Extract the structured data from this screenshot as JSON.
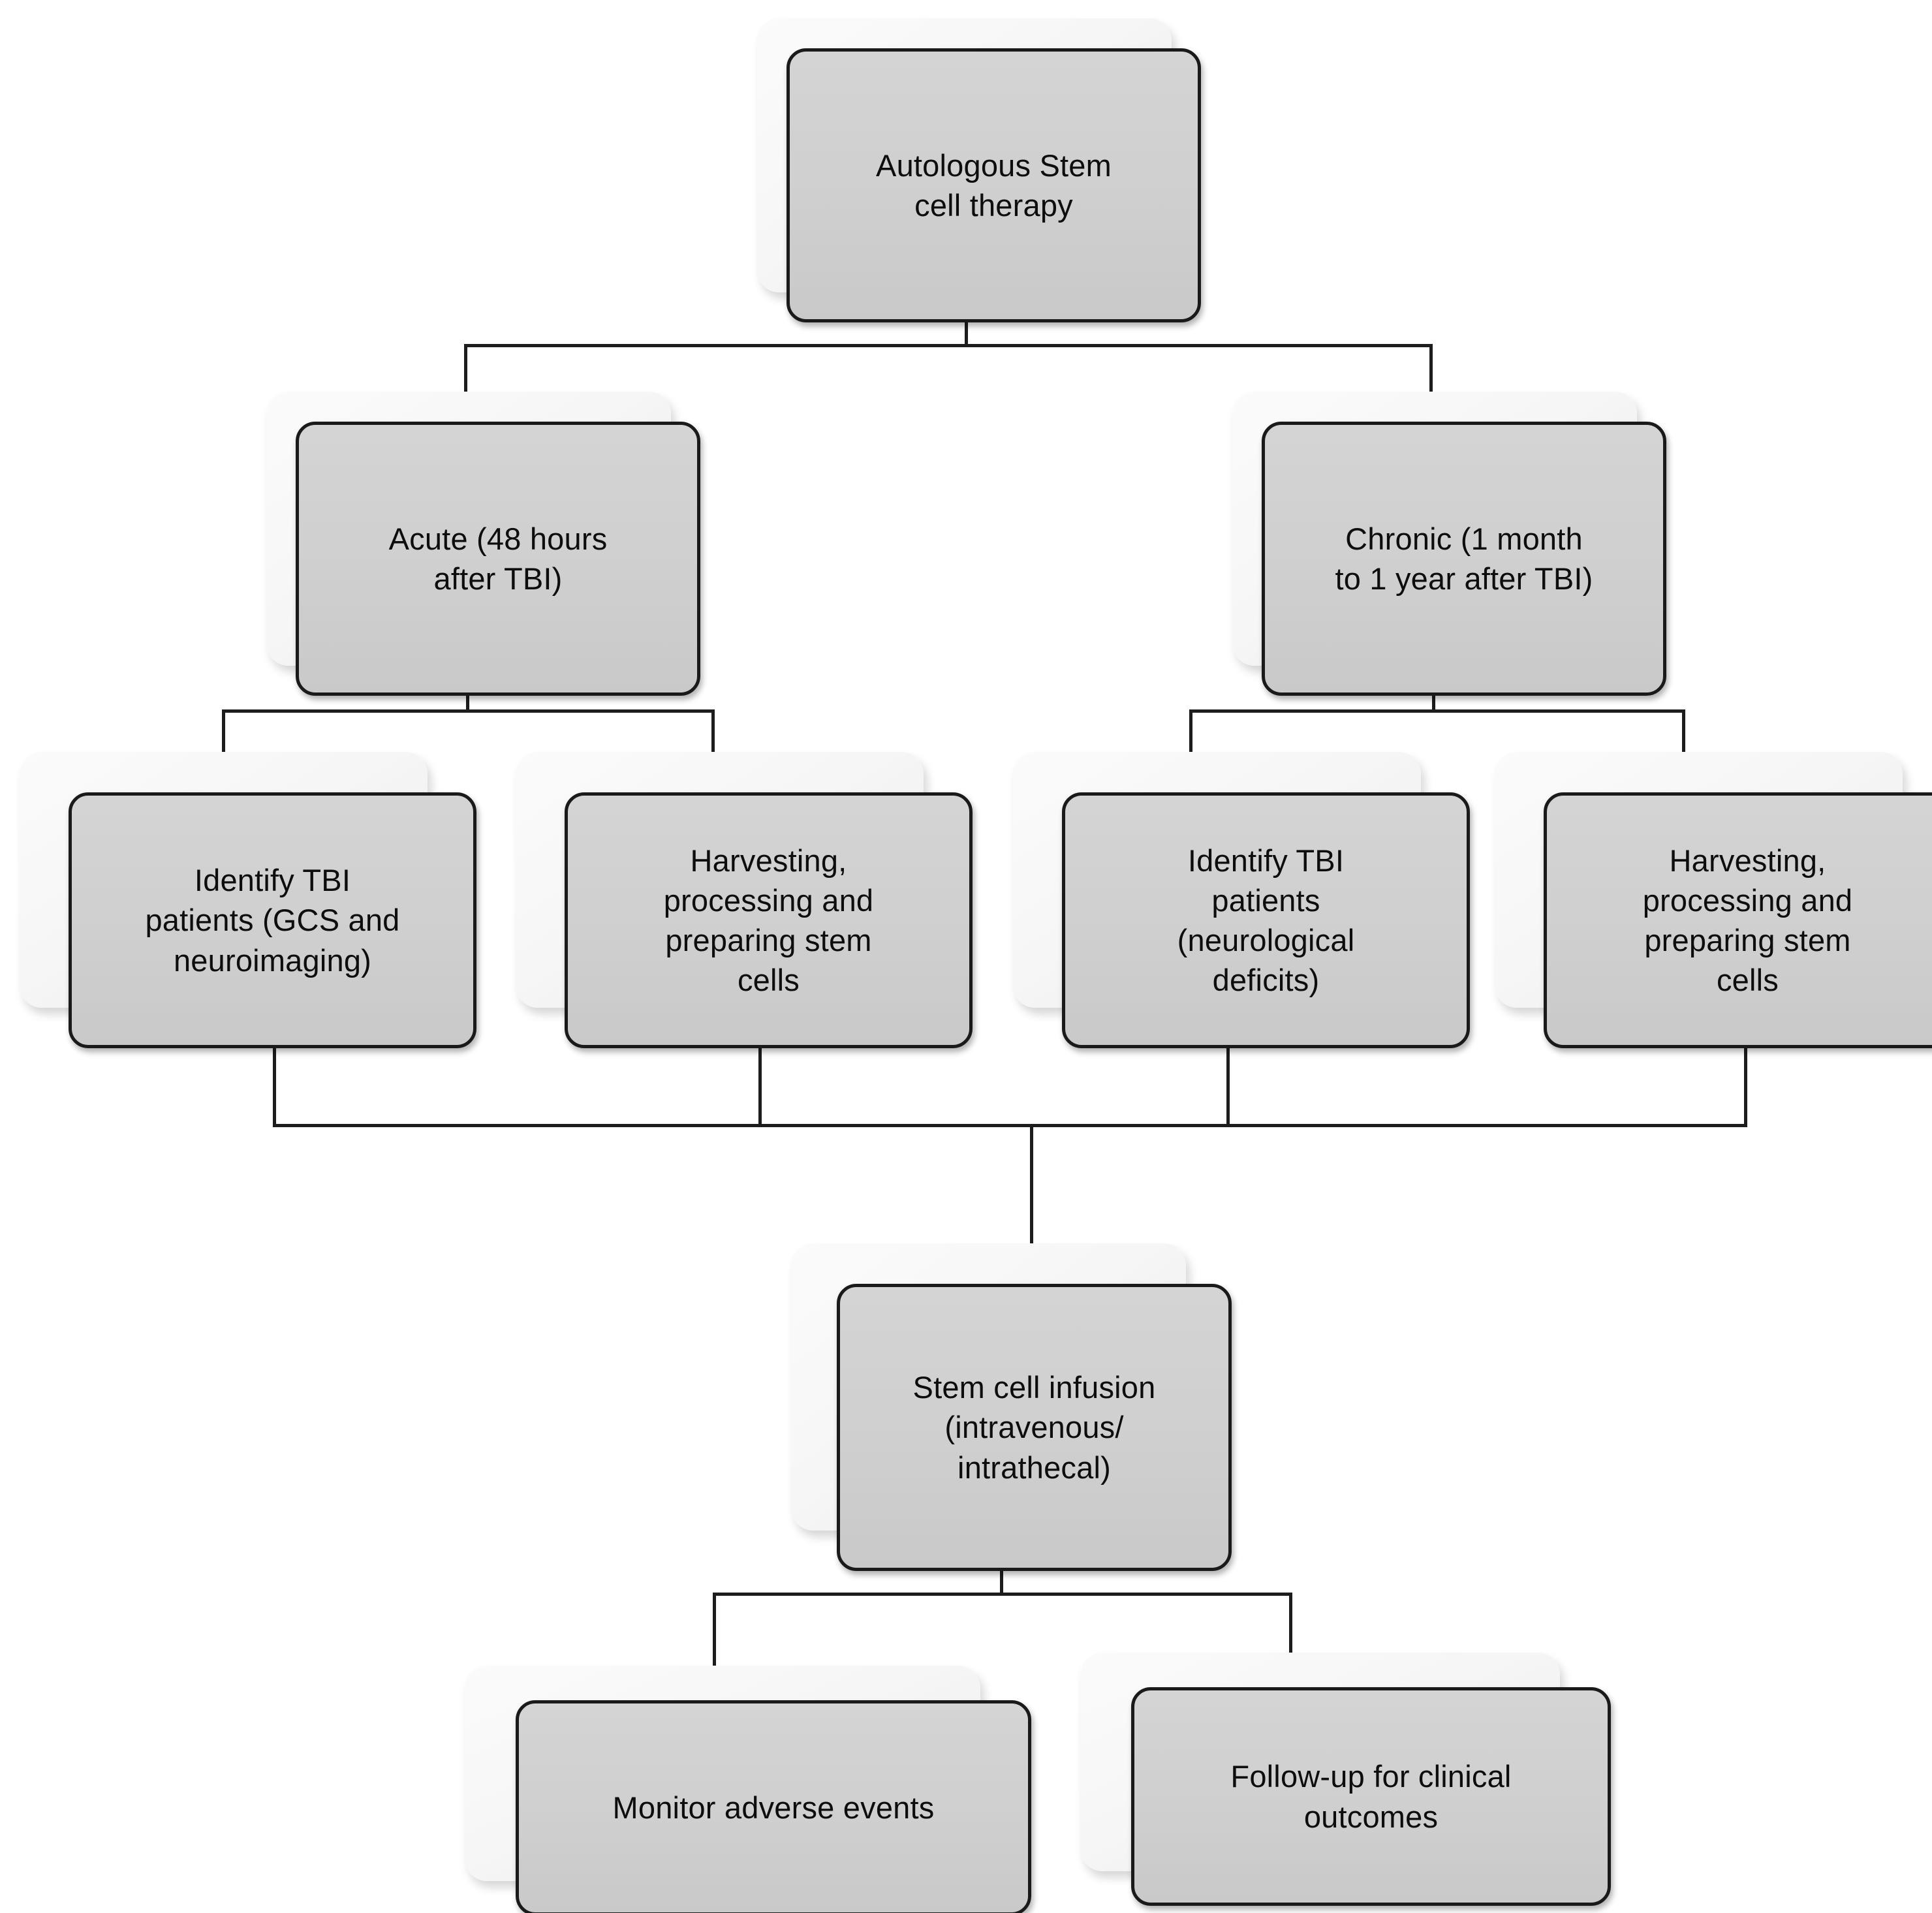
{
  "diagram": {
    "type": "flowchart",
    "title_node": "autologous-stem-cell-therapy",
    "theme": {
      "box_fill": "#CFCFCF",
      "box_border": "#1A1A1A",
      "back_card_fill": "#F6F6F6",
      "line_color": "#1D1D1D",
      "text_color": "#0D0D0D",
      "background": "#FFFFFF"
    },
    "nodes": {
      "root": {
        "label": "Autologous Stem\ncell therapy"
      },
      "acute": {
        "label": "Acute (48 hours\nafter TBI)"
      },
      "chronic": {
        "label": "Chronic (1 month\nto 1 year after TBI)"
      },
      "acute_identify": {
        "label": "Identify TBI\npatients  (GCS and\nneuroimaging)"
      },
      "acute_harvest": {
        "label": "Harvesting,\nprocessing and\npreparing stem\ncells"
      },
      "chronic_identify": {
        "label": "Identify TBI\npatients\n(neurological\ndeficits)"
      },
      "chronic_harvest": {
        "label": "Harvesting,\nprocessing and\npreparing stem\ncells"
      },
      "infusion": {
        "label": "Stem cell infusion\n(intravenous/\nintrathecal)"
      },
      "monitor": {
        "label": "Monitor adverse events"
      },
      "followup": {
        "label": "Follow-up for clinical\noutcomes"
      }
    },
    "edges": [
      {
        "from": "root",
        "to": "acute"
      },
      {
        "from": "root",
        "to": "chronic"
      },
      {
        "from": "acute",
        "to": "acute_identify"
      },
      {
        "from": "acute",
        "to": "acute_harvest"
      },
      {
        "from": "chronic",
        "to": "chronic_identify"
      },
      {
        "from": "chronic",
        "to": "chronic_harvest"
      },
      {
        "from": "acute_identify",
        "to": "infusion"
      },
      {
        "from": "acute_harvest",
        "to": "infusion"
      },
      {
        "from": "chronic_identify",
        "to": "infusion"
      },
      {
        "from": "chronic_harvest",
        "to": "infusion"
      },
      {
        "from": "infusion",
        "to": "monitor"
      },
      {
        "from": "infusion",
        "to": "followup"
      }
    ]
  }
}
